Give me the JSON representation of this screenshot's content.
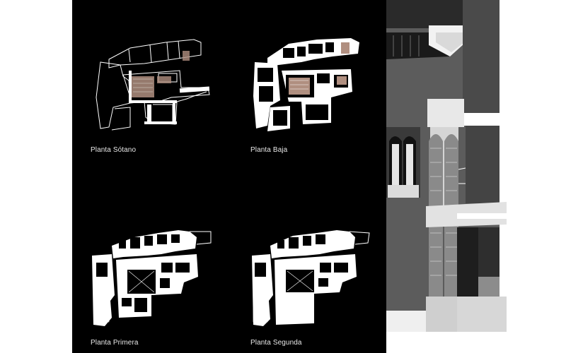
{
  "sheet": {
    "background": "#000000",
    "page_background": "#ffffff",
    "plan_line_color": "#ffffff",
    "furniture_color": "#b08f80",
    "labels": {
      "basement": "Planta Sótano",
      "ground": "Planta Baja",
      "first": "Planta Primera",
      "second": "Planta Segunda"
    }
  },
  "render": {
    "description_icon": "building-section-render"
  }
}
